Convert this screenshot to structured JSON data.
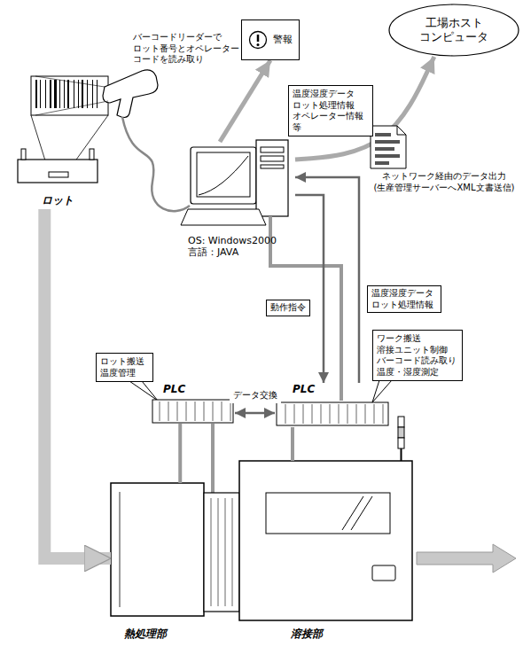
{
  "diagram": {
    "nodes": [
      {
        "text": [
          "警報"
        ]
      },
      {
        "text": [
          "工場ホスト コンピュータ"
        ]
      },
      {
        "text": [
          "温度湿度データ ロット処理情報 オペレーター情報 等"
        ]
      },
      {
        "text": [
          "OS: Windows2000 言語：JAVA"
        ]
      },
      {
        "text": [
          "ロット"
        ]
      },
      {
        "text": [
          "ロット搬送 温度管理"
        ]
      },
      {
        "text": [
          "ワーク搬送 溶接ユニット制御 バーコード読み取り 温度・湿度測定"
        ]
      },
      {
        "text": [
          "PLC"
        ]
      },
      {
        "text": [
          "PLC"
        ]
      },
      {
        "text": [
          "熱処理部"
        ]
      },
      {
        "text": [
          "溶接部"
        ]
      }
    ],
    "edges": [
      {
        "from": 3,
        "to": 0,
        "arrow": "to"
      },
      {
        "from": 3,
        "to": 1,
        "arrow": "to"
      },
      {
        "from": 3,
        "to": 8,
        "label": "動作指令",
        "arrow": "to"
      },
      {
        "from": 8,
        "to": 3,
        "label": "温度湿度データ ロット処理情報",
        "arrow": "to"
      },
      {
        "from": 7,
        "to": 8,
        "label": "データ交換",
        "arrow": "both"
      },
      {
        "from": 7,
        "to": 9,
        "arrow": "none"
      },
      {
        "from": 8,
        "to": 10,
        "arrow": "none"
      },
      {
        "from": 4,
        "to": 9,
        "arrow": "to"
      }
    ],
    "labels": [
      "バーコードリーダーで ロット番号とオペレーター コードを読み取り",
      "ネットワーク経由のデータ出力 (生産管理サーバーへXML文書送信)"
    ]
  }
}
